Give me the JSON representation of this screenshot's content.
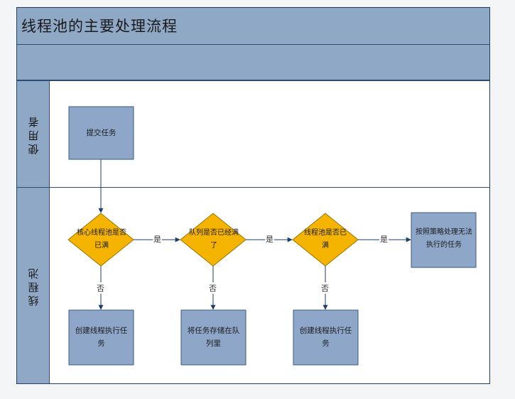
{
  "diagram": {
    "title": "线程池的主要处理流程",
    "lanes": {
      "user": "使用者",
      "pool": "线程池"
    },
    "nodes": {
      "submit": "提交任务",
      "core_full": "核心线程池是否已满",
      "queue_full": "队列是否已经满了",
      "pool_full": "线程池是否已满",
      "reject": "按照策略处理无法执行的任务",
      "create_core": "创建线程执行任务",
      "enqueue": "将任务存储在队列里",
      "create_thread": "创建线程执行任务"
    },
    "edge_labels": {
      "yes": "是",
      "no": "否"
    },
    "colors": {
      "lane_fill": "#8fa8c6",
      "box_fill": "#8ea7c9",
      "decision_fill": "#f5b400",
      "border": "#2d4b72"
    }
  }
}
